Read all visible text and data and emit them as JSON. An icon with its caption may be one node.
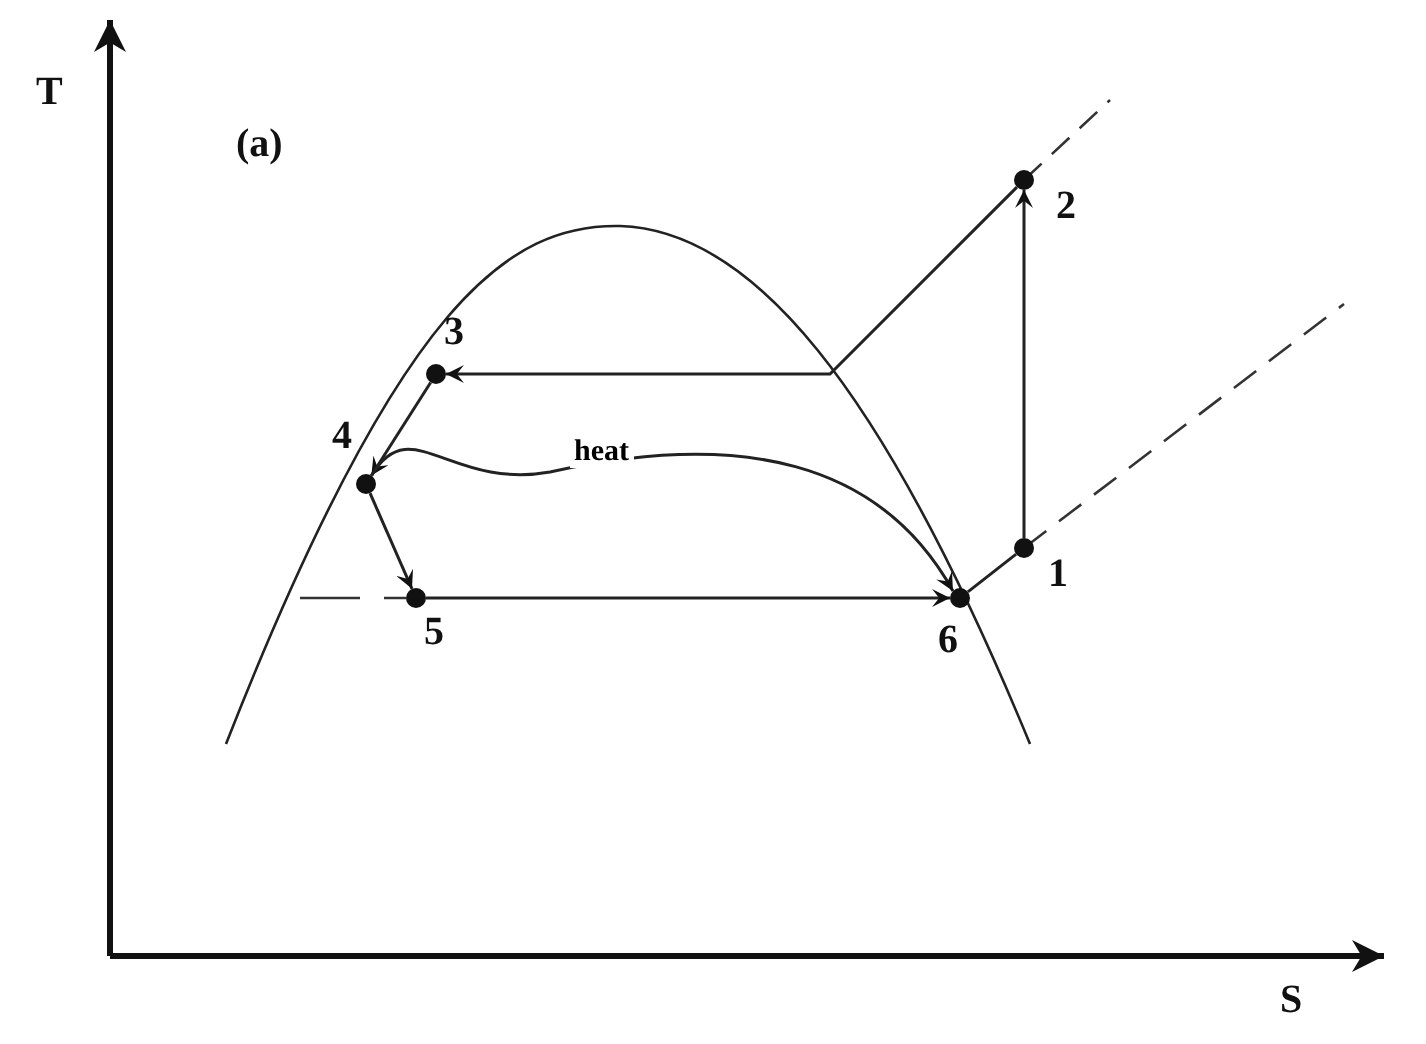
{
  "diagram": {
    "nodes": [
      {
        "text": [],
        "shape": "circle",
        "beside": [
          "1"
        ]
      },
      {
        "text": [],
        "shape": "circle",
        "beside": [
          "2"
        ]
      },
      {
        "text": [],
        "shape": "circle",
        "beside": [
          "3"
        ]
      },
      {
        "text": [],
        "shape": "circle",
        "beside": [
          "4"
        ]
      },
      {
        "text": [],
        "shape": "circle",
        "beside": [
          "5"
        ]
      },
      {
        "text": [],
        "shape": "circle",
        "beside": [
          "6"
        ]
      }
    ],
    "edges": [
      {
        "from": 0,
        "to": 1,
        "arrow": "to"
      },
      {
        "from": 1,
        "to": 2,
        "arrow": "to"
      },
      {
        "from": 2,
        "to": 3,
        "arrow": "to"
      },
      {
        "from": 3,
        "to": 4,
        "arrow": "to"
      },
      {
        "from": 4,
        "to": 5,
        "arrow": "to"
      },
      {
        "from": 5,
        "to": 0,
        "arrow": "none"
      },
      {
        "from": 3,
        "to": 5,
        "arrow": "to",
        "label": "heat"
      }
    ],
    "labels": [
      "T",
      "(a)",
      "S"
    ]
  }
}
